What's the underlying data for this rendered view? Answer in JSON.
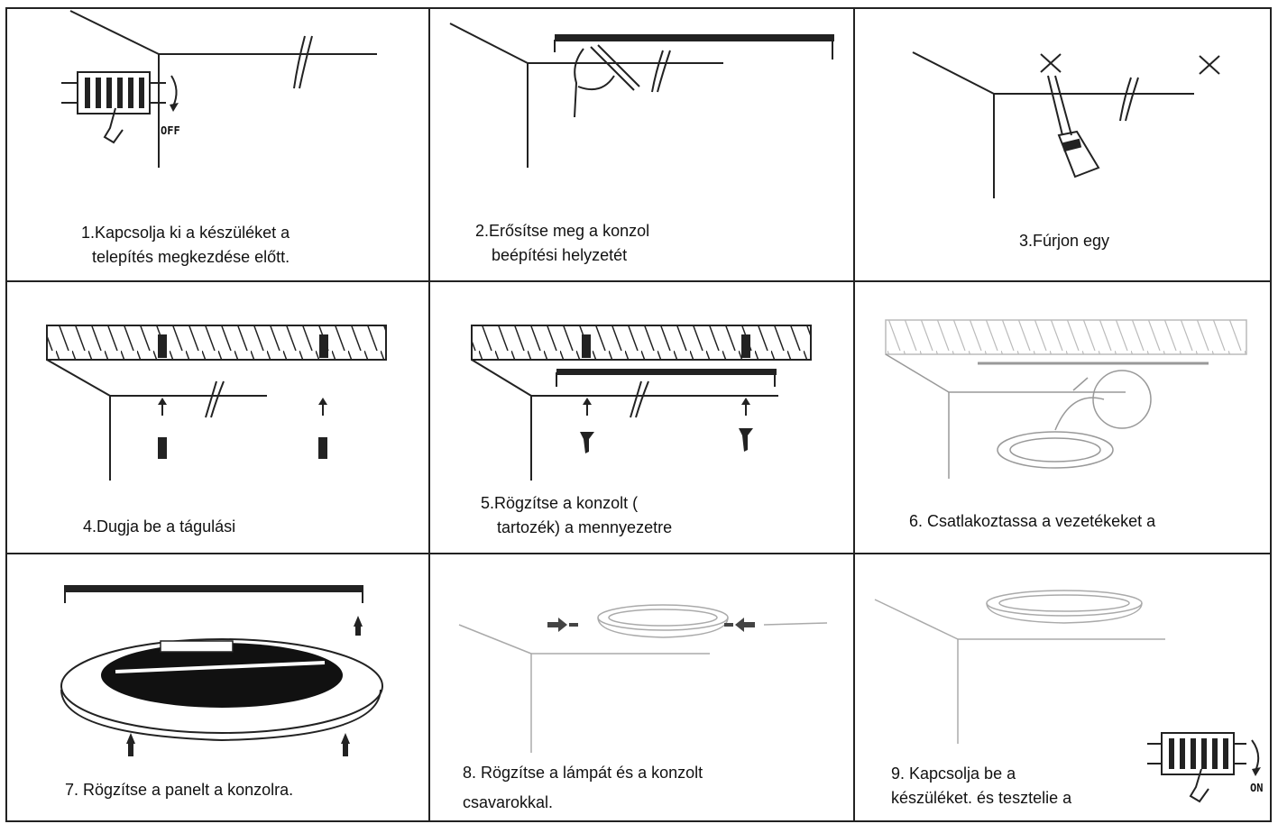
{
  "steps": [
    {
      "number": 1,
      "lines": [
        "1.Kapcsolja ki a készüléket a",
        "telepítés megkezdése előtt."
      ],
      "switch_label": "OFF"
    },
    {
      "number": 2,
      "lines": [
        "2.Erősítse meg a konzol",
        "beépítési helyzetét"
      ]
    },
    {
      "number": 3,
      "lines": [
        "3.Fúrjon egy"
      ]
    },
    {
      "number": 4,
      "lines": [
        "4.Dugja be a tágulási"
      ]
    },
    {
      "number": 5,
      "lines": [
        "5.Rögzítse a konzolt (",
        "tartozék) a mennyezetre"
      ]
    },
    {
      "number": 6,
      "lines": [
        "6. Csatlakoztassa a vezetékeket a"
      ]
    },
    {
      "number": 7,
      "lines": [
        "7. Rögzítse a panelt a konzolra."
      ]
    },
    {
      "number": 8,
      "lines": [
        "8. Rögzítse a lámpát és a konzolt",
        "csavarokkal."
      ]
    },
    {
      "number": 9,
      "lines": [
        "9. Kapcsolja be a",
        "készüléket. és tesztelie a"
      ],
      "switch_label": "ON"
    }
  ]
}
